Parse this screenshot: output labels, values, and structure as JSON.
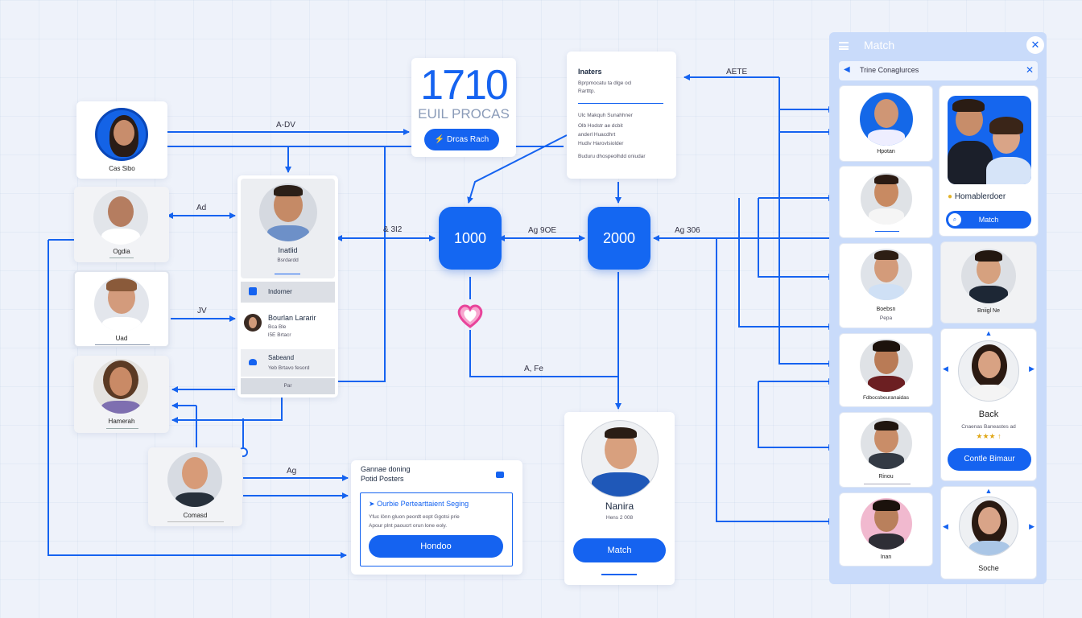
{
  "labels": {
    "e1": "A-DV",
    "e2": "Ad",
    "e3": "JV",
    "e4": "Ag",
    "e5": "& 3I2",
    "e6": "Ag 9OE",
    "e7": "Ag 306",
    "e8": "A, Fe",
    "e9": "AETE"
  },
  "profiles": {
    "p1": "Cas Sibo",
    "p2": "Ogdia",
    "p3": "Uad",
    "p4": "Hamerah",
    "p5": "Comasd"
  },
  "stats_card": {
    "number": "1710",
    "subtitle": "EUIL PROCAS",
    "button": "Drcas Rach"
  },
  "notes_card": {
    "title": "Inaters",
    "line1": "Bprpmocatu ta dlge ocl",
    "line2": "Rartttp.",
    "line3": "Ulc Makquh Sunahhner",
    "line4": "Olb Hodstr ae dcbit",
    "line5": "anderl Huacdhrt",
    "line6": "Hudiv Harovlsiolder",
    "line7": "Buduru dhospeolhdd oniudar"
  },
  "profile_card": {
    "name": "Inatlid",
    "sub": "Bsrdardd",
    "row1": "Indorner",
    "row2_name": "Bourlan Lararir",
    "row2_sub1": "Bca Ble",
    "row2_sub2": "l5E Brtacr",
    "row3_name": "Sabeand",
    "row3_sub": "Yeb Brtavo fesord",
    "footer": "Par"
  },
  "nodes": {
    "n1": "1000",
    "n2": "2000"
  },
  "bottom_card": {
    "name": "Nanira",
    "sub": "Hens 2 008",
    "button": "Match"
  },
  "dialog": {
    "title1": "Gannae doning",
    "title2": "Potid Posters",
    "inner_title": "Ourbie Pertearttaient Seging",
    "inner_text1": "Yfuc lönn gluon peordt eopt Ggotsi prie",
    "inner_text2": "Apour plnt paoucrt orun lone eoly.",
    "button": "Hondoo"
  },
  "panel": {
    "title": "Match",
    "search": "Trine Conaglurces",
    "names": {
      "l1": "Hpotan",
      "l2": "",
      "l3": "Boebsn",
      "l3b": "Pepa",
      "l4": "Fdbocsbeuranaidas",
      "l5": "Rinou",
      "l6": "Inan"
    },
    "feature": {
      "label": "Homablerdoer",
      "button": "Match"
    },
    "right": {
      "r2": "Bniigl Ne",
      "r3_name": "Back",
      "r3_sub": "Cnaenas Baneastes ad",
      "r3_stars": "★★★ ↑",
      "r3_button": "Contle Bimaur",
      "r4": "Soche"
    }
  },
  "colors": {
    "accent": "#1563f0",
    "panel_bg": "#c9dbfa",
    "heart": "#e8449a"
  }
}
